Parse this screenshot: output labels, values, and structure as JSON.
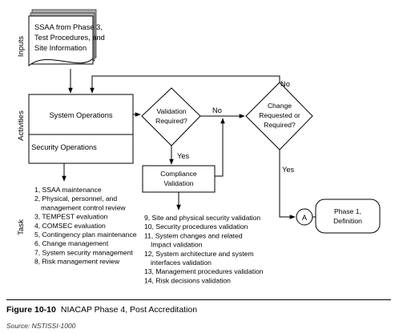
{
  "lanes": {
    "inputs": "Inputs",
    "activities": "Activities",
    "task": "Task"
  },
  "input_doc": {
    "lines": [
      "SSAA from Phase 3,",
      "Test Procedures, and",
      "Site Information"
    ]
  },
  "system_operations": "System Operations",
  "security_operations": "Security Operations",
  "validation_decision": {
    "lines": [
      "Validation",
      "Required?"
    ]
  },
  "change_decision": {
    "lines": [
      "Change",
      "Requested or",
      "Required?"
    ]
  },
  "compliance_validation": {
    "lines": [
      "Compliance",
      "Validation"
    ]
  },
  "edge_labels": {
    "no_validation": "No",
    "yes_validation": "Yes",
    "no_change": "No",
    "yes_change": "Yes"
  },
  "connector": "A",
  "phase1": {
    "lines": [
      "Phase 1,",
      "Definition"
    ]
  },
  "ops_tasks": [
    [
      "1, SSAA maintenance"
    ],
    [
      "2, Physical, personnel, and",
      "management control review"
    ],
    [
      "3, TEMPEST evaluation"
    ],
    [
      "4, COMSEC evaluation"
    ],
    [
      "5, Contingency plan maintenance"
    ],
    [
      "6, Change management"
    ],
    [
      "7, System security management"
    ],
    [
      "8, Risk management review"
    ]
  ],
  "validation_tasks": [
    [
      "9,   Site and physical security validation"
    ],
    [
      "10, Security procedures validation"
    ],
    [
      "11, System changes and related",
      "Impact validation"
    ],
    [
      "12, System architecture and system",
      "interfaces validation"
    ],
    [
      "13, Management procedures validation"
    ],
    [
      "14, Risk decisions validation"
    ]
  ],
  "caption": {
    "figure": "Figure 10-10",
    "title": "NIACAP Phase 4, Post Accreditation"
  },
  "source": "Source: NSTISSI-1000"
}
